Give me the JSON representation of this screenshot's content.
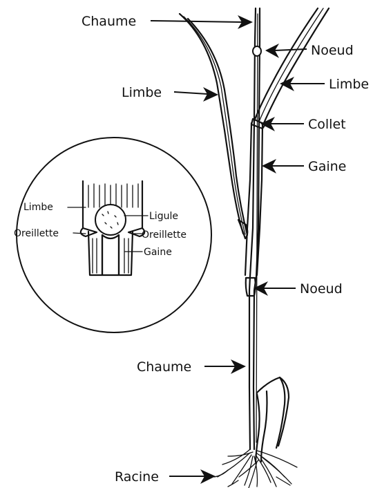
{
  "labels": {
    "chaume_top": "Chaume",
    "noeud_top": "Noeud",
    "limbe_left": "Limbe",
    "limbe_right": "Limbe",
    "collet": "Collet",
    "gaine": "Gaine",
    "noeud_mid": "Noeud",
    "chaume_low": "Chaume",
    "racine": "Racine"
  },
  "inset": {
    "limbe": "Limbe",
    "ligule": "Ligule",
    "oreillette_left": "Oreillette",
    "oreillette_right": "Oreillette",
    "gaine": "Gaine"
  }
}
